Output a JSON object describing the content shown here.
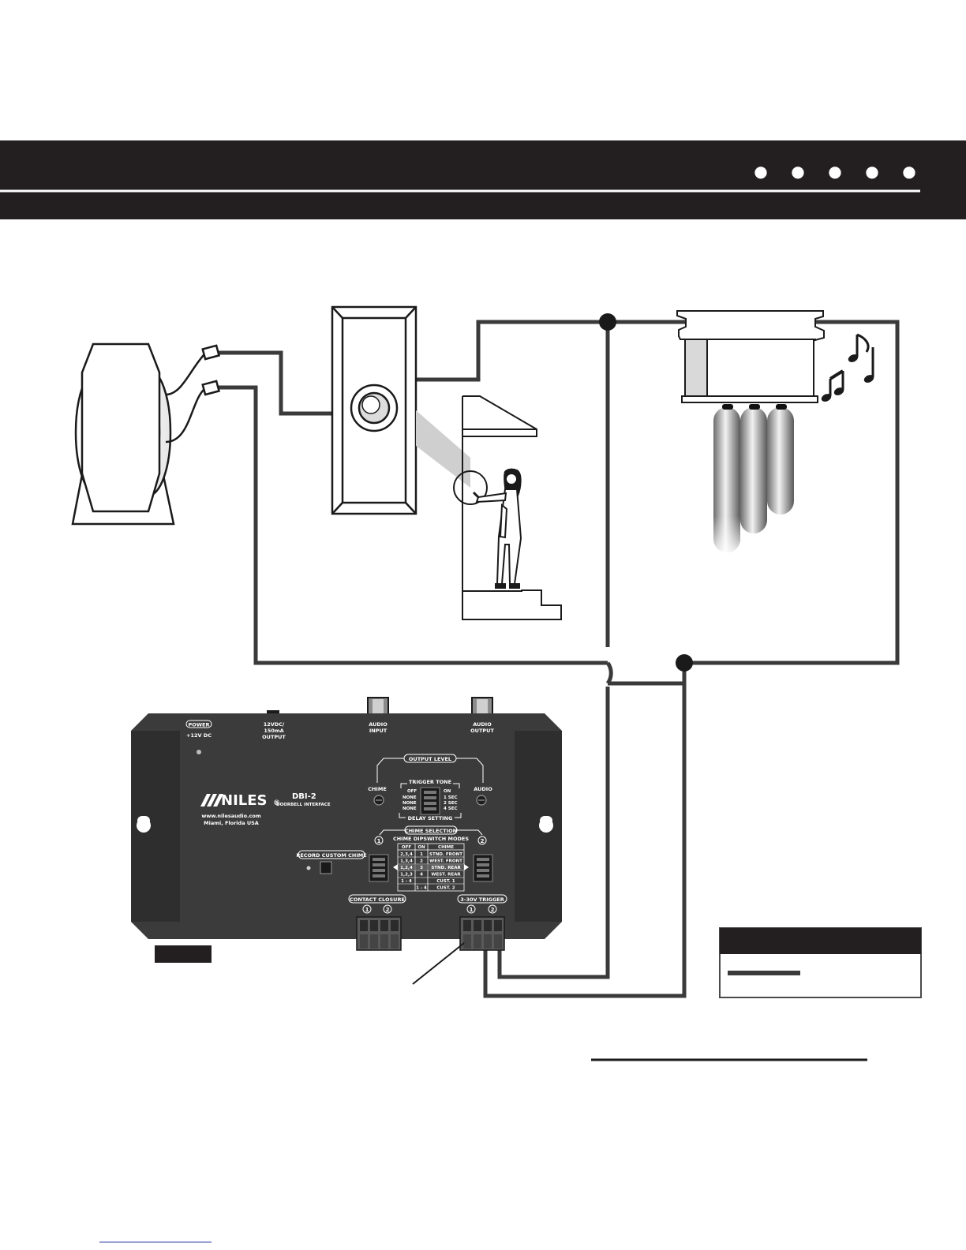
{
  "colors": {
    "header_band": "#231f20",
    "wire": "#3a3a3a",
    "device_body": "#3b3b3b",
    "device_dark": "#2b2b2b",
    "device_text": "#ffffff"
  },
  "header": {
    "dots": [
      "●",
      "●",
      "●",
      "●",
      "●"
    ]
  },
  "device": {
    "brand": "NILES",
    "brand_mark": "®",
    "model": "DBI-2",
    "subtitle": "DOORBELL INTERFACE",
    "website": "www.nilesaudio.com",
    "location": "Miami, Florida USA",
    "power_label": "POWER",
    "power_voltage": "+12V DC",
    "output_label": "12VDC/",
    "output_label_2": "150mA",
    "output_label_3": "OUTPUT",
    "audio_input_label": "AUDIO",
    "audio_input_label_2": "INPUT",
    "audio_output_label": "AUDIO",
    "audio_output_label_2": "OUTPUT",
    "output_level_label": "OUTPUT LEVEL",
    "chime_knob_label": "CHIME",
    "audio_knob_label": "AUDIO",
    "trigger_tone_label": "TRIGGER TONE",
    "off_label": "OFF",
    "on_label": "ON",
    "none_1": "NONE",
    "none_2": "NONE",
    "none_3": "NONE",
    "sec_1": "1 SEC",
    "sec_2": "2 SEC",
    "sec_4": "4 SEC",
    "delay_setting_label": "DELAY SETTING",
    "chime_selection_label": "CHIME SELECTION",
    "dipswitch_modes_label": "CHIME DIPSWITCH MODES",
    "chime_sel_1": "1",
    "chime_sel_2": "2",
    "record_custom_label": "RECORD CUSTOM CHIME",
    "contact_closure_label": "CONTACT CLOSURE",
    "contact_1": "1",
    "contact_2": "2",
    "trigger_label": "3-30V TRIGGER",
    "trigger_1": "1",
    "trigger_2": "2",
    "table": {
      "headers": [
        "OFF",
        "ON",
        "CHIME"
      ],
      "rows": [
        [
          "2,3,4",
          "1",
          "STND. FRONT"
        ],
        [
          "1,3,4",
          "2",
          "WEST. FRONT"
        ],
        [
          "1,2,4",
          "3",
          "STND. REAR"
        ],
        [
          "1,2,3",
          "4",
          "WEST. REAR"
        ],
        [
          "1 - 4",
          "",
          "CUST. 1"
        ],
        [
          "",
          "1 - 4",
          "CUST. 2"
        ]
      ]
    }
  }
}
